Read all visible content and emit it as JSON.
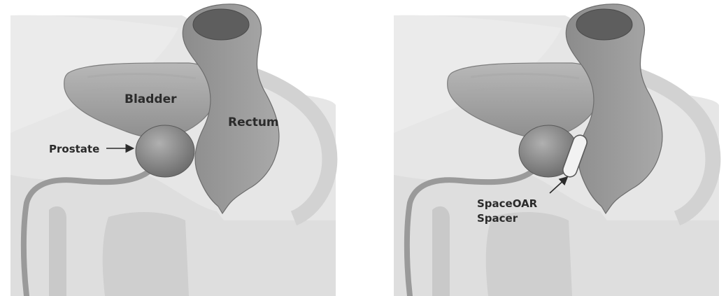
{
  "figures": [
    {
      "id": "anatomy-before",
      "labels": {
        "bladder": "Bladder",
        "rectum": "Rectum",
        "prostate": "Prostate"
      }
    },
    {
      "id": "anatomy-with-spacer",
      "labels": {
        "spacer_line1": "SpaceOAR",
        "spacer_line2": "Spacer"
      }
    }
  ],
  "colors": {
    "background": "#ffffff",
    "body_tissue": "#e4e4e4",
    "body_outline": "#d6d6d6",
    "organ_fill": "#9a9a9a",
    "organ_dark": "#6f6f6f",
    "rectum_lumen": "#5e5e5e",
    "spacer_fill": "#f2f2f2",
    "label_text": "#2b2b2b"
  }
}
